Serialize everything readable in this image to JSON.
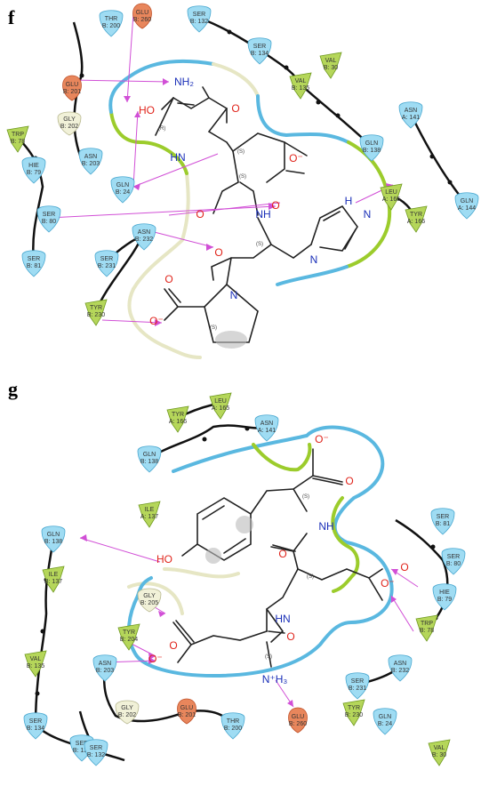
{
  "colors": {
    "polar": "#9fdcf3",
    "polar_stroke": "#4aa8d0",
    "hydrophobic": "#b5d65a",
    "hydrophobic_stroke": "#6f9a1f",
    "negative": "#e8865c",
    "negative_stroke": "#c2532b",
    "glycine": "#f1f1d8",
    "glycine_stroke": "#b8b890",
    "hbond": "#d14fd6",
    "pocket_blue": "#5ab8e0",
    "pocket_green": "#9ccc2c",
    "pocket_beige": "#e6e6c4",
    "nitrogen": "#1a2fb8",
    "oxygen": "#e0241b"
  },
  "panels": [
    {
      "label": "f",
      "residues": [
        {
          "id": "GLU B: 260",
          "l1": "GLU",
          "l2": "B: 260",
          "kind": "negative"
        },
        {
          "id": "SER B: 132",
          "l1": "SER",
          "l2": "B: 132",
          "kind": "polar"
        },
        {
          "id": "THR B: 200",
          "l1": "THR",
          "l2": "B: 200",
          "kind": "polar"
        },
        {
          "id": "SER B: 134",
          "l1": "SER",
          "l2": "B: 134",
          "kind": "polar"
        },
        {
          "id": "VAL B: 30",
          "l1": "VAL",
          "l2": "B: 30",
          "kind": "hydrophobic"
        },
        {
          "id": "GLU B: 201",
          "l1": "GLU",
          "l2": "B: 201",
          "kind": "negative"
        },
        {
          "id": "VAL B: 135",
          "l1": "VAL",
          "l2": "B: 135",
          "kind": "hydrophobic"
        },
        {
          "id": "ASN A: 141",
          "l1": "ASN",
          "l2": "A: 141",
          "kind": "polar"
        },
        {
          "id": "GLY B: 202",
          "l1": "GLY",
          "l2": "B: 202",
          "kind": "glycine"
        },
        {
          "id": "TRP B: 78",
          "l1": "TRP",
          "l2": "B: 78",
          "kind": "hydrophobic"
        },
        {
          "id": "ASN B: 203",
          "l1": "ASN",
          "l2": "B: 203",
          "kind": "polar"
        },
        {
          "id": "GLN B: 138",
          "l1": "GLN",
          "l2": "B: 138",
          "kind": "polar"
        },
        {
          "id": "HIE B: 79",
          "l1": "HIE",
          "l2": "B: 79",
          "kind": "polar"
        },
        {
          "id": "GLN B: 24",
          "l1": "GLN",
          "l2": "B: 24",
          "kind": "polar"
        },
        {
          "id": "LEU A: 165",
          "l1": "LEU",
          "l2": "A: 165",
          "kind": "hydrophobic"
        },
        {
          "id": "GLN A: 144",
          "l1": "GLN",
          "l2": "A: 144",
          "kind": "polar"
        },
        {
          "id": "SER B: 80",
          "l1": "SER",
          "l2": "B: 80",
          "kind": "polar"
        },
        {
          "id": "TYR A: 166",
          "l1": "TYR",
          "l2": "A: 166",
          "kind": "hydrophobic"
        },
        {
          "id": "ASN B: 232",
          "l1": "ASN",
          "l2": "B: 232",
          "kind": "polar"
        },
        {
          "id": "SER B: 81",
          "l1": "SER",
          "l2": "B: 81",
          "kind": "polar"
        },
        {
          "id": "SER B: 231",
          "l1": "SER",
          "l2": "B: 231",
          "kind": "polar"
        },
        {
          "id": "TYR B: 230",
          "l1": "TYR",
          "l2": "B: 230",
          "kind": "hydrophobic"
        }
      ],
      "atoms": [
        {
          "t": "NH₂",
          "c": "n"
        },
        {
          "t": "HO",
          "c": "o"
        },
        {
          "t": "O",
          "c": "o"
        },
        {
          "t": "HN",
          "c": "n"
        },
        {
          "t": "O⁻",
          "c": "o"
        },
        {
          "t": "O",
          "c": "o"
        },
        {
          "t": "O",
          "c": "o"
        },
        {
          "t": "NH",
          "c": "n"
        },
        {
          "t": "H",
          "c": "n"
        },
        {
          "t": "N",
          "c": "n"
        },
        {
          "t": "N",
          "c": "n"
        },
        {
          "t": "O",
          "c": "o"
        },
        {
          "t": "N",
          "c": "n"
        },
        {
          "t": "O",
          "c": "o"
        },
        {
          "t": "O⁻",
          "c": "o"
        }
      ],
      "stereo": [
        "(R)",
        "(S)",
        "(S)",
        "(S)",
        "(S)"
      ]
    },
    {
      "label": "g",
      "residues": [
        {
          "id": "TYR A: 166",
          "l1": "TYR",
          "l2": "A: 166",
          "kind": "hydrophobic"
        },
        {
          "id": "LEU A: 165",
          "l1": "LEU",
          "l2": "A: 165",
          "kind": "hydrophobic"
        },
        {
          "id": "ASN A: 141",
          "l1": "ASN",
          "l2": "A: 141",
          "kind": "polar"
        },
        {
          "id": "GLN B: 138",
          "l1": "GLN",
          "l2": "B: 138",
          "kind": "polar"
        },
        {
          "id": "ILE A: 137",
          "l1": "ILE",
          "l2": "A: 137",
          "kind": "hydrophobic"
        },
        {
          "id": "SER B: 81",
          "l1": "SER",
          "l2": "B: 81",
          "kind": "polar"
        },
        {
          "id": "GLN B: 138 (2)",
          "l1": "GLN",
          "l2": "B: 138",
          "kind": "polar"
        },
        {
          "id": "SER B: 80",
          "l1": "SER",
          "l2": "B: 80",
          "kind": "polar"
        },
        {
          "id": "ILE B: 137",
          "l1": "ILE",
          "l2": "B: 137",
          "kind": "hydrophobic"
        },
        {
          "id": "GLY B: 205",
          "l1": "GLY",
          "l2": "B: 205",
          "kind": "glycine"
        },
        {
          "id": "HIE B: 79",
          "l1": "HIE",
          "l2": "B: 79",
          "kind": "polar"
        },
        {
          "id": "TYR B: 204",
          "l1": "TYR",
          "l2": "B: 204",
          "kind": "hydrophobic"
        },
        {
          "id": "TRP B: 78",
          "l1": "TRP",
          "l2": "B: 78",
          "kind": "hydrophobic"
        },
        {
          "id": "VAL B: 135",
          "l1": "VAL",
          "l2": "B: 135",
          "kind": "hydrophobic"
        },
        {
          "id": "ASN B: 203",
          "l1": "ASN",
          "l2": "B: 203",
          "kind": "polar"
        },
        {
          "id": "SER B: 231",
          "l1": "SER",
          "l2": "B: 231",
          "kind": "polar"
        },
        {
          "id": "ASN B: 232",
          "l1": "ASN",
          "l2": "B: 232",
          "kind": "polar"
        },
        {
          "id": "TYR B: 230",
          "l1": "TYR",
          "l2": "B: 230",
          "kind": "hydrophobic"
        },
        {
          "id": "GLY B: 202",
          "l1": "GLY",
          "l2": "B: 202",
          "kind": "glycine"
        },
        {
          "id": "GLU B: 201",
          "l1": "GLU",
          "l2": "B: 201",
          "kind": "negative"
        },
        {
          "id": "SER B: 134",
          "l1": "SER",
          "l2": "B: 134",
          "kind": "polar"
        },
        {
          "id": "THR B: 200",
          "l1": "THR",
          "l2": "B: 200",
          "kind": "polar"
        },
        {
          "id": "GLU B: 260",
          "l1": "GLU",
          "l2": "B: 260",
          "kind": "negative"
        },
        {
          "id": "GLN B: 24",
          "l1": "GLN",
          "l2": "B: 24",
          "kind": "polar"
        },
        {
          "id": "SER B: 133",
          "l1": "SER",
          "l2": "B: 133",
          "kind": "polar"
        },
        {
          "id": "SER B: 132",
          "l1": "SER",
          "l2": "B: 132",
          "kind": "polar"
        },
        {
          "id": "VAL B: 30",
          "l1": "VAL",
          "l2": "B: 30",
          "kind": "hydrophobic"
        }
      ],
      "atoms": [
        {
          "t": "O⁻",
          "c": "o"
        },
        {
          "t": "O",
          "c": "o"
        },
        {
          "t": "NH",
          "c": "n"
        },
        {
          "t": "O",
          "c": "o"
        },
        {
          "t": "HO",
          "c": "o"
        },
        {
          "t": "O",
          "c": "o"
        },
        {
          "t": "HN",
          "c": "n"
        },
        {
          "t": "O⁻",
          "c": "o"
        },
        {
          "t": "O",
          "c": "o"
        },
        {
          "t": "O",
          "c": "o"
        },
        {
          "t": "O⁻",
          "c": "o"
        },
        {
          "t": "N⁺H₃",
          "c": "n"
        }
      ],
      "stereo": [
        "(S)",
        "(S)",
        "(S)"
      ]
    }
  ]
}
